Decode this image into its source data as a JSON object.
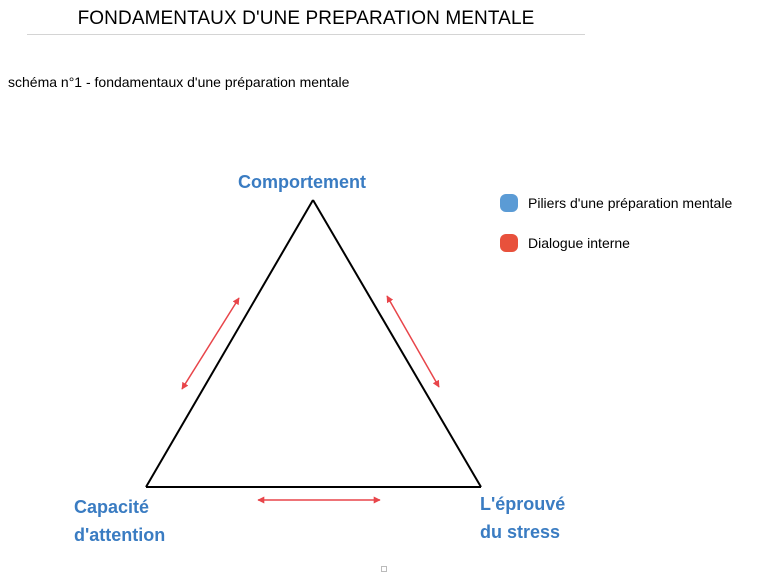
{
  "header": {
    "title": "FONDAMENTAUX D'UNE PREPARATION MENTALE",
    "caption": "schéma n°1 - fondamentaux d'une préparation mentale"
  },
  "diagram": {
    "nodes": [
      {
        "id": "comportement",
        "label": "Comportement"
      },
      {
        "id": "attention",
        "label_line1": "Capacité",
        "label_line2": "d'attention"
      },
      {
        "id": "stress",
        "label_line1": "L'éprouvé",
        "label_line2": "du stress"
      }
    ],
    "edges": [
      {
        "from": "comportement",
        "to": "attention",
        "kind": "pilier"
      },
      {
        "from": "comportement",
        "to": "stress",
        "kind": "pilier"
      },
      {
        "from": "attention",
        "to": "stress",
        "kind": "pilier"
      }
    ],
    "dialogues": [
      {
        "between": [
          "comportement",
          "attention"
        ],
        "style": "double-arrow"
      },
      {
        "between": [
          "comportement",
          "stress"
        ],
        "style": "double-arrow"
      },
      {
        "between": [
          "attention",
          "stress"
        ],
        "style": "double-arrow"
      }
    ]
  },
  "legend": {
    "items": [
      {
        "label": "Piliers d'une préparation mentale",
        "color": "#5b9bd5"
      },
      {
        "label": "Dialogue interne",
        "color": "#e8513c"
      }
    ]
  },
  "colors": {
    "node_label": "#3a7cc2",
    "triangle_stroke": "#000000",
    "dialogue_arrow": "#e8454a"
  }
}
